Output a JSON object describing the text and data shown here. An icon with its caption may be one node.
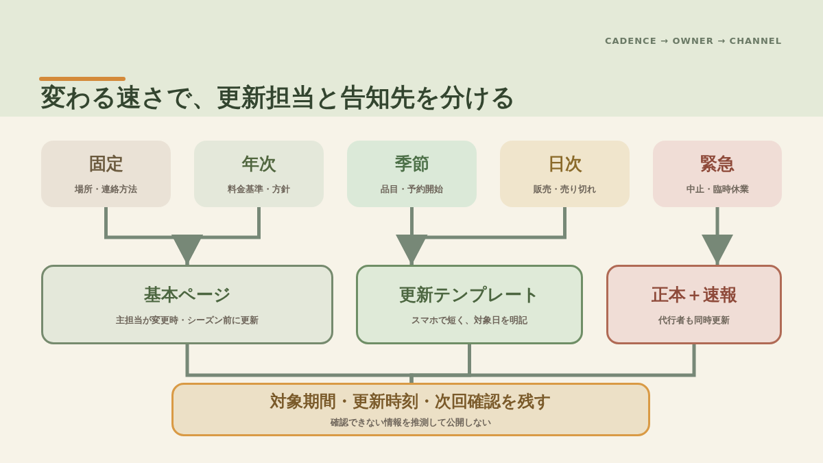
{
  "diagram": {
    "title": "変わる速さで、更新担当と告知先を分ける",
    "nodes": [
      {
        "text": [
          "固定",
          "場所・連絡方法"
        ]
      },
      {
        "text": [
          "年次",
          "料金基準・方針"
        ]
      },
      {
        "text": [
          "季節",
          "品目・予約開始"
        ]
      },
      {
        "text": [
          "日次",
          "販売・売り切れ"
        ]
      },
      {
        "text": [
          "緊急",
          "中止・臨時休業"
        ]
      },
      {
        "text": [
          "基本ページ",
          "主担当が変更時・シーズン前に更新"
        ]
      },
      {
        "text": [
          "更新テンプレート",
          "スマホで短く、対象日を明記"
        ]
      },
      {
        "text": [
          "正本＋速報",
          "代行者も同時更新"
        ]
      },
      {
        "text": [
          "対象期間・更新時刻・次回確認を残す",
          "確認できない情報を推測して公開しない"
        ]
      }
    ],
    "edges": [
      {
        "from": 0,
        "to": 5,
        "arrow": "to"
      },
      {
        "from": 1,
        "to": 5,
        "arrow": "to"
      },
      {
        "from": 2,
        "to": 6,
        "arrow": "to"
      },
      {
        "from": 3,
        "to": 6,
        "arrow": "to"
      },
      {
        "from": 4,
        "to": 7,
        "arrow": "to"
      },
      {
        "from": 5,
        "to": 8,
        "arrow": "none"
      },
      {
        "from": 6,
        "to": 8,
        "arrow": "none"
      },
      {
        "from": 7,
        "to": 8,
        "arrow": "none"
      }
    ],
    "labels": [
      "CADENCE → OWNER → CHANNEL"
    ]
  }
}
